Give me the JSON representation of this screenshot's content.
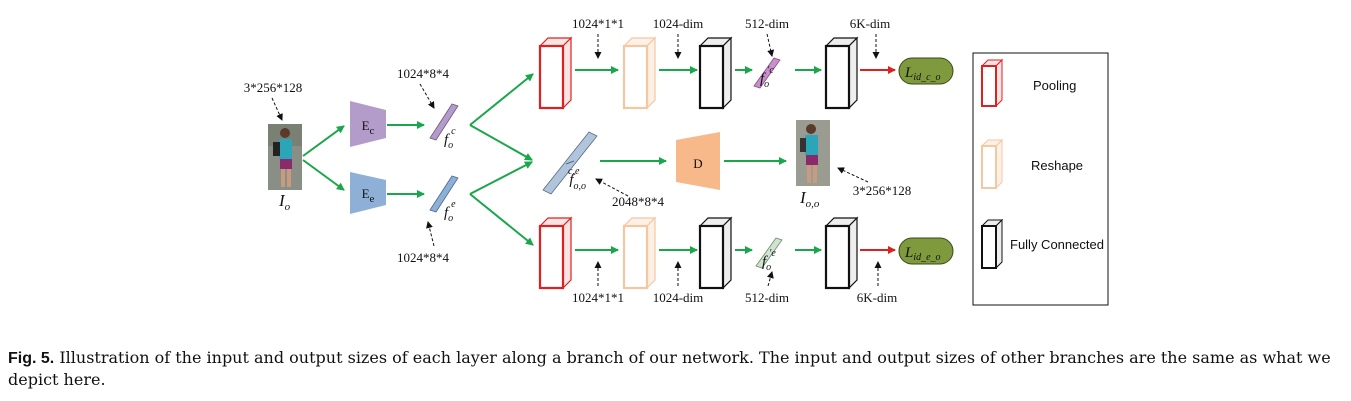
{
  "diagram": {
    "input_size": "3*256*128",
    "input_label": {
      "base": "I",
      "sub": "o"
    },
    "encoder_c": {
      "base": "E",
      "sub": "c"
    },
    "encoder_e": {
      "base": "E",
      "sub": "e"
    },
    "feat_c_size": "1024*8*4",
    "feat_e_size": "1024*8*4",
    "feat_c": {
      "base": "f",
      "sub": "o",
      "sup": "c"
    },
    "feat_e": {
      "base": "f",
      "sub": "o",
      "sup": "e"
    },
    "concat": {
      "base": "f",
      "sub": "o,o",
      "sup": "c,e"
    },
    "concat_size": "2048*8*4",
    "decoder": "D",
    "output_size": "3*256*128",
    "output_label": {
      "base": "I",
      "sub": "o,o"
    },
    "top_branch": {
      "sizes": [
        "1024*1*1",
        "1024-dim",
        "512-dim",
        "6K-dim"
      ],
      "feat": {
        "base": "f",
        "sub": "o",
        "sup": "′c"
      },
      "loss": {
        "base": "L",
        "sub": "id_c_o"
      }
    },
    "bottom_branch": {
      "sizes": [
        "1024*1*1",
        "1024-dim",
        "512-dim",
        "6K-dim"
      ],
      "feat": {
        "base": "f",
        "sub": "o",
        "sup": "′e"
      },
      "loss": {
        "base": "L",
        "sub": "id_e_o"
      }
    },
    "legend": [
      "Pooling",
      "Reshape",
      "Fully Connected"
    ],
    "colors": {
      "arrow_green": "#1aa64a",
      "arrow_red": "#e02020",
      "pooling": "#e02020",
      "reshape": "#f5c7a0",
      "fc": "#111111",
      "encoder_c": "#b39cc9",
      "encoder_e": "#8fb0d6",
      "decoder": "#f7b98a",
      "loss": "#7f9a3d"
    }
  },
  "caption": {
    "label": "Fig. 5.",
    "text": "Illustration of the input and output sizes of each layer along a branch of our network. The input and output sizes of other branches are the same as what we depict here."
  }
}
